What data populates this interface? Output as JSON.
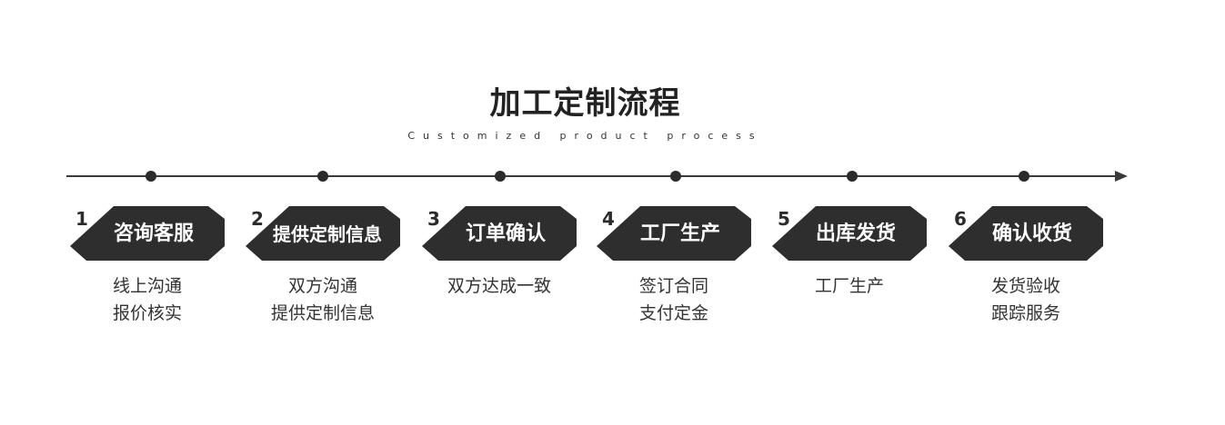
{
  "header": {
    "title": "加工定制流程",
    "subtitle": "Customized product process"
  },
  "colors": {
    "box": "#2e2e2e",
    "line": "#3a3a3a",
    "text": "#333333",
    "label": "#ffffff"
  },
  "steps": [
    {
      "num": "1",
      "label": "咨询客服",
      "desc": [
        "线上沟通",
        "报价核实"
      ]
    },
    {
      "num": "2",
      "label": "提供定制信息",
      "desc": [
        "双方沟通",
        "提供定制信息"
      ]
    },
    {
      "num": "3",
      "label": "订单确认",
      "desc": [
        "双方达成一致"
      ]
    },
    {
      "num": "4",
      "label": "工厂生产",
      "desc": [
        "签订合同",
        "支付定金"
      ]
    },
    {
      "num": "5",
      "label": "出库发货",
      "desc": [
        "工厂生产"
      ]
    },
    {
      "num": "6",
      "label": "确认收货",
      "desc": [
        "发货验收",
        "跟踪服务"
      ]
    }
  ]
}
